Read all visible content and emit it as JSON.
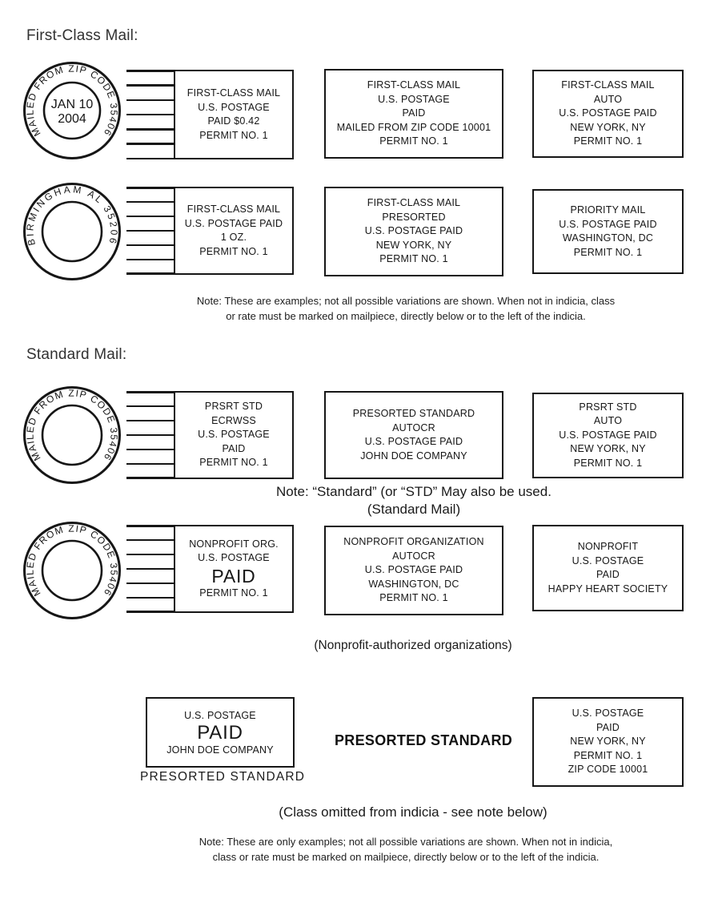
{
  "headings": {
    "first_class": "First-Class Mail:",
    "standard": "Standard Mail:"
  },
  "first_class": {
    "row1": {
      "postmark": {
        "ring": "MAILED FROM ZIP CODE 35406",
        "center": [
          "JAN 10",
          "2004"
        ]
      },
      "box1": [
        "FIRST-CLASS MAIL",
        "U.S. POSTAGE",
        "PAID $0.42",
        "PERMIT NO. 1"
      ],
      "box2": [
        "FIRST-CLASS MAIL",
        "U.S. POSTAGE",
        "PAID",
        "MAILED FROM ZIP CODE 10001",
        "PERMIT NO. 1"
      ],
      "box3": [
        "FIRST-CLASS MAIL",
        "AUTO",
        "U.S. POSTAGE PAID",
        "NEW YORK, NY",
        "PERMIT NO. 1"
      ]
    },
    "row2": {
      "postmark": {
        "ring": "BIRMINGHAM AL 35206"
      },
      "box1": [
        "FIRST-CLASS MAIL",
        "U.S. POSTAGE PAID",
        "1 OZ.",
        "PERMIT NO. 1"
      ],
      "box2": [
        "FIRST-CLASS MAIL",
        "PRESORTED",
        "U.S. POSTAGE PAID",
        "NEW YORK, NY",
        "PERMIT NO. 1"
      ],
      "box3": [
        "PRIORITY MAIL",
        "U.S. POSTAGE PAID",
        "WASHINGTON, DC",
        "PERMIT NO. 1"
      ]
    },
    "note_line1": "Note: These are examples; not all possible variations are shown. When not in indicia, class",
    "note_line2": "or rate must be marked on mailpiece, directly below or to the left of the indicia."
  },
  "standard": {
    "row1": {
      "postmark": {
        "ring": "MAILED FROM ZIP CODE 35406"
      },
      "box1": [
        "PRSRT STD",
        "ECRWSS",
        "U.S. POSTAGE",
        "PAID",
        "PERMIT NO. 1"
      ],
      "box2": [
        "PRESORTED STANDARD",
        "AUTOCR",
        "U.S. POSTAGE PAID",
        "JOHN DOE COMPANY"
      ],
      "box3": [
        "PRSRT STD",
        "AUTO",
        "U.S. POSTAGE PAID",
        "NEW YORK, NY",
        "PERMIT NO. 1"
      ]
    },
    "std_note_line1": "Note: “Standard” (or “STD” May also be used.",
    "std_note_line2": "(Standard Mail)",
    "row2": {
      "postmark": {
        "ring": "MAILED FROM ZIP CODE 35406"
      },
      "box1": [
        "NONPROFIT ORG.",
        "U.S. POSTAGE",
        "PAID",
        "PERMIT NO. 1"
      ],
      "box2": [
        "NONPROFIT ORGANIZATION",
        "AUTOCR",
        "U.S. POSTAGE PAID",
        "WASHINGTON, DC",
        "PERMIT NO. 1"
      ],
      "box3": [
        "NONPROFIT",
        "U.S. POSTAGE",
        "PAID",
        "HAPPY HEART SOCIETY"
      ]
    },
    "nonprofit_caption": "(Nonprofit-authorized organizations)",
    "row3": {
      "box_left": [
        "U.S. POSTAGE",
        "PAID",
        "JOHN DOE COMPANY"
      ],
      "box_left_caption": "PRESORTED STANDARD",
      "center_label": "PRESORTED STANDARD",
      "box_right": [
        "U.S. POSTAGE",
        "PAID",
        "NEW YORK, NY",
        "PERMIT NO. 1",
        "ZIP CODE 10001"
      ]
    },
    "class_caption": "(Class omitted from indicia - see note below)",
    "note_line1": "Note: These are only examples; not all possible variations are shown. When not in indicia,",
    "note_line2": "class or rate must be marked on mailpiece, directly below or to the left of the indicia."
  }
}
